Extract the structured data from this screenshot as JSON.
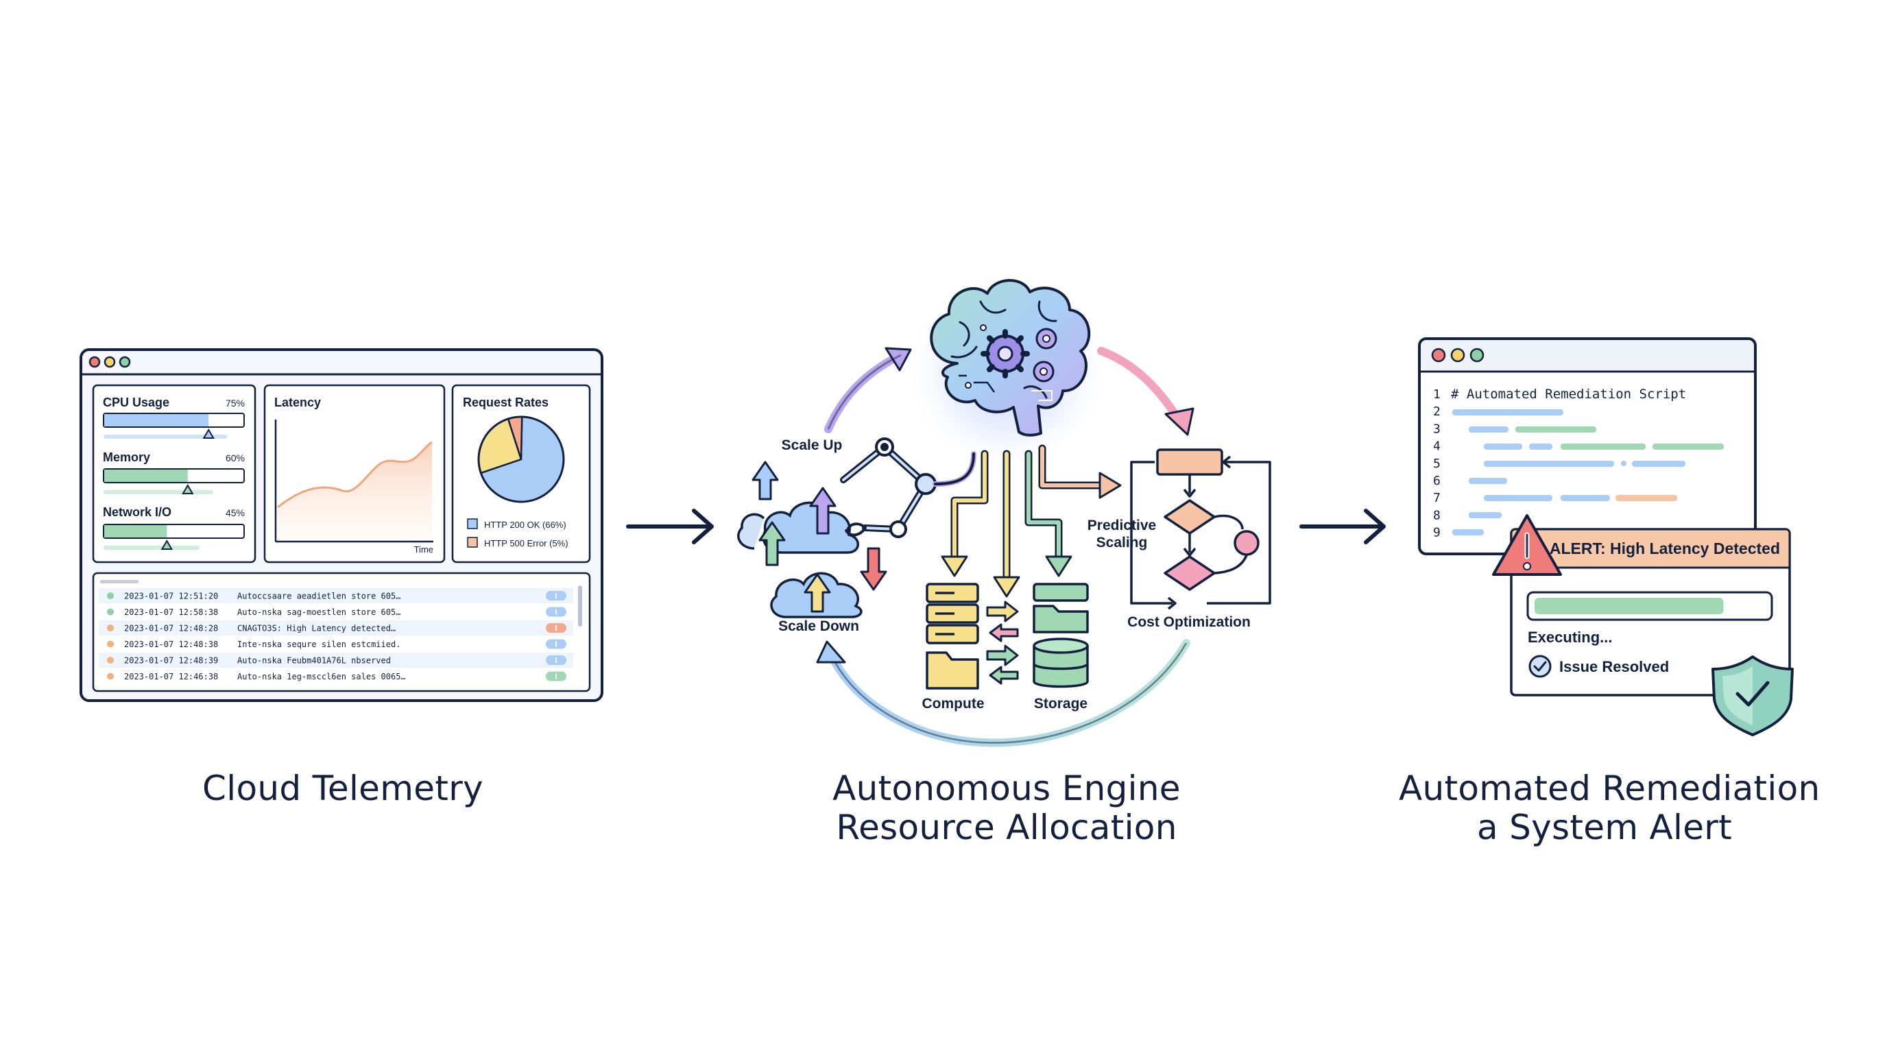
{
  "panels": {
    "telemetry": {
      "caption": "Cloud Telemetry",
      "cpu": {
        "label": "CPU Usage",
        "value_text": "75%",
        "value": 0.75
      },
      "memory": {
        "label": "Memory",
        "value_text": "60%",
        "value": 0.6
      },
      "network": {
        "label": "Network I/O",
        "value_text": "45%",
        "value": 0.45
      },
      "latency": {
        "title": "Latency",
        "axis": "Time"
      },
      "requests": {
        "title": "Request Rates",
        "legend": [
          "HTTP 200 OK (66%)",
          "HTTP 500 Error (5%)"
        ],
        "slices": [
          {
            "value": 66,
            "color": "#a9cdf6"
          },
          {
            "value": 24,
            "color": "#f6e08c"
          },
          {
            "value": 5,
            "color": "#f4a98e"
          }
        ]
      },
      "logs": [
        {
          "time": "2023-01-07 12:51:20",
          "msg": "Autoccsaare aeadietlen store 605…",
          "dot": "#8fd0a5",
          "badge": "#a9cdf6"
        },
        {
          "time": "2023-01-07 12:58:38",
          "msg": "Auto-nska sag-moestlen store 605…",
          "dot": "#8fd0a5",
          "badge": "#a9cdf6"
        },
        {
          "time": "2023-01-07 12:48:28",
          "msg": "CNAGTO3S: High Latency detected…",
          "dot": "#f0b27d",
          "badge": "#f4a98e"
        },
        {
          "time": "2023-01-07 12:48:38",
          "msg": "Inte-nska sequre silen estcmiied.",
          "dot": "#f0b27d",
          "badge": "#a9cdf6"
        },
        {
          "time": "2023-01-07 12:48:39",
          "msg": "Auto-nska Feubm401A76L nbserved",
          "dot": "#f0b27d",
          "badge": "#a9cdf6"
        },
        {
          "time": "2023-01-07 12:46:38",
          "msg": "Auto-nska 1eg-msccl6en sales 0065…",
          "dot": "#f0b27d",
          "badge": "#9fd8b3"
        }
      ]
    },
    "engine": {
      "caption_line1": "Autonomous Engine",
      "caption_line2": "Resource Allocation",
      "scale_up": "Scale Up",
      "scale_down": "Scale Down",
      "predictive_line1": "Predictive",
      "predictive_line2": "Scaling",
      "cost": "Cost Optimization",
      "compute": "Compute",
      "storage": "Storage"
    },
    "remediation": {
      "caption_line1": "Automated Remediation",
      "caption_line2": "a System Alert",
      "script_title": "# Automated Remediation Script",
      "line_numbers": [
        "1",
        "2",
        "3",
        "4",
        "5",
        "6",
        "7",
        "8",
        "9"
      ],
      "alert": "ALERT: High Latency Detected",
      "executing": "Executing...",
      "progress": 0.82,
      "resolved": "Issue Resolved"
    }
  },
  "colors": {
    "navy": "#13213f",
    "blue": "#a9cdf6",
    "green": "#9fd8b3",
    "yellow": "#f6e08c",
    "peach": "#f6c3a4",
    "pink": "#f4a3bd",
    "purple": "#b9a6ee",
    "red": "#f07b7b"
  }
}
